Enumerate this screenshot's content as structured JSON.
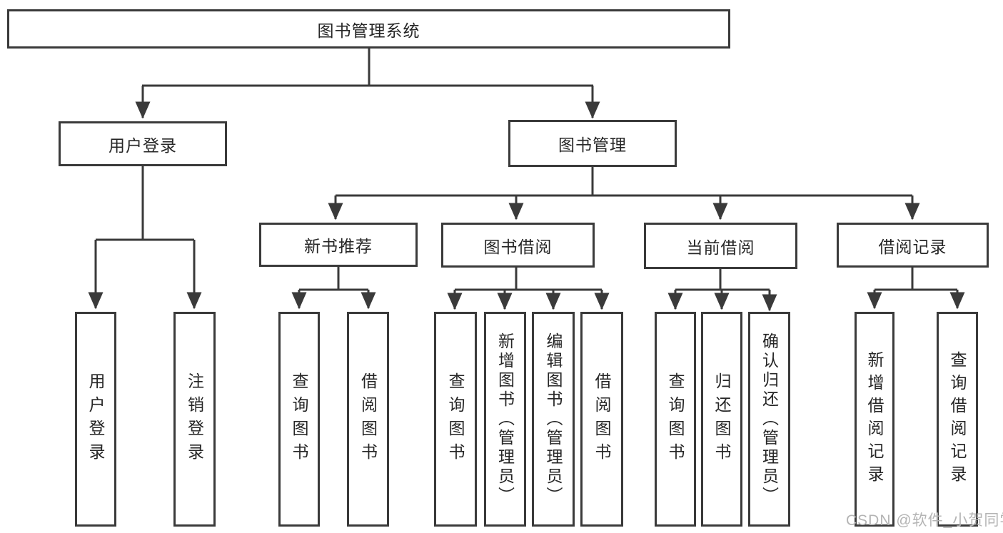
{
  "tree": {
    "root": "图书管理系统",
    "user": {
      "label": "用户登录",
      "children": [
        "用户登录",
        "注销登录"
      ]
    },
    "mgmt": {
      "label": "图书管理",
      "groups": [
        {
          "label": "新书推荐",
          "children": [
            "查询图书",
            "借阅图书"
          ]
        },
        {
          "label": "图书借阅",
          "children": [
            "查询图书",
            "新增图书（管理员）",
            "编辑图书（管理员）",
            "借阅图书"
          ]
        },
        {
          "label": "当前借阅",
          "children": [
            "查询图书",
            "归还图书",
            "确认归还（管理员）"
          ]
        },
        {
          "label": "借阅记录",
          "children": [
            "新增借阅记录",
            "查询借阅记录"
          ]
        }
      ]
    }
  },
  "watermark": "CSDN @软件_小贺同学"
}
